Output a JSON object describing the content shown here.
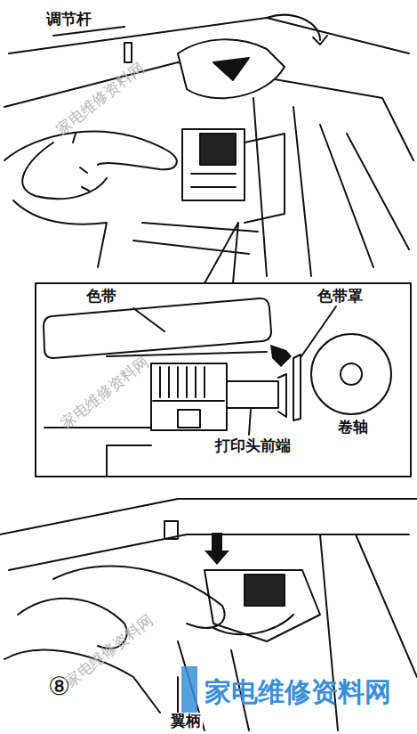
{
  "diagram": {
    "labels": [
      "调节杆",
      "色带",
      "色带罩",
      "打印头前端",
      "卷轴",
      "⑧",
      "翼柄",
      "家电维修资料网",
      "家电维修资料网",
      "家电维修资料网",
      "家电维修资料网"
    ]
  }
}
